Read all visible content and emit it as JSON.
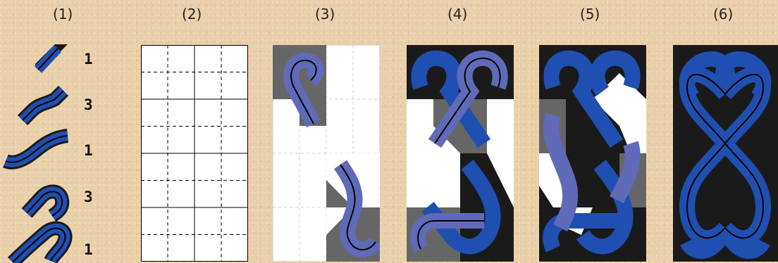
{
  "step_labels": [
    "(1)",
    "(2)",
    "(3)",
    "(4)",
    "(5)",
    "(6)"
  ],
  "tile_counts": [
    "1",
    "3",
    "1",
    "3",
    "1"
  ],
  "colors": {
    "background": "#e9cfa8",
    "band_dark": "#1f4fb0",
    "band_light": "#5f6ab8",
    "band_outline": "#000000",
    "tile_grey": "#666666",
    "cell_white": "#ffffff",
    "background_black": "#1a1a1a"
  },
  "icons": [
    "straight-diagonal-tile-icon",
    "s-curve-tile-icon",
    "wave-tile-icon",
    "hook-tile-icon",
    "loop-tile-icon"
  ]
}
